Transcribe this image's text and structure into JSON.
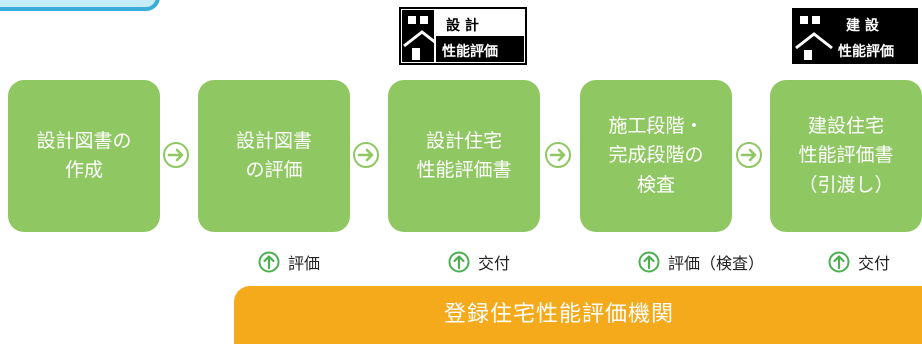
{
  "steps": [
    {
      "label": "設計図書の\n作成"
    },
    {
      "label": "設計図書\nの評価"
    },
    {
      "label": "設計住宅\n性能評価書"
    },
    {
      "label": "施工段階・\n完成段階の\n検査"
    },
    {
      "label": "建設住宅\n性能評価書\n（引渡し）"
    }
  ],
  "stamps": [
    {
      "line1": "設 計",
      "line2": "性能評価"
    },
    {
      "line1": "建 設",
      "line2": "性能評価"
    }
  ],
  "tags": [
    {
      "label": "評価"
    },
    {
      "label": "交付"
    },
    {
      "label": "評価（検査）"
    },
    {
      "label": "交付"
    }
  ],
  "agency": {
    "label": "登録住宅性能評価機関"
  },
  "colors": {
    "step_green": "#8fc863",
    "agency_orange": "#f4aa1b",
    "tag_arrow_green": "#4cb050",
    "corner_blue": "#3aaed8"
  }
}
